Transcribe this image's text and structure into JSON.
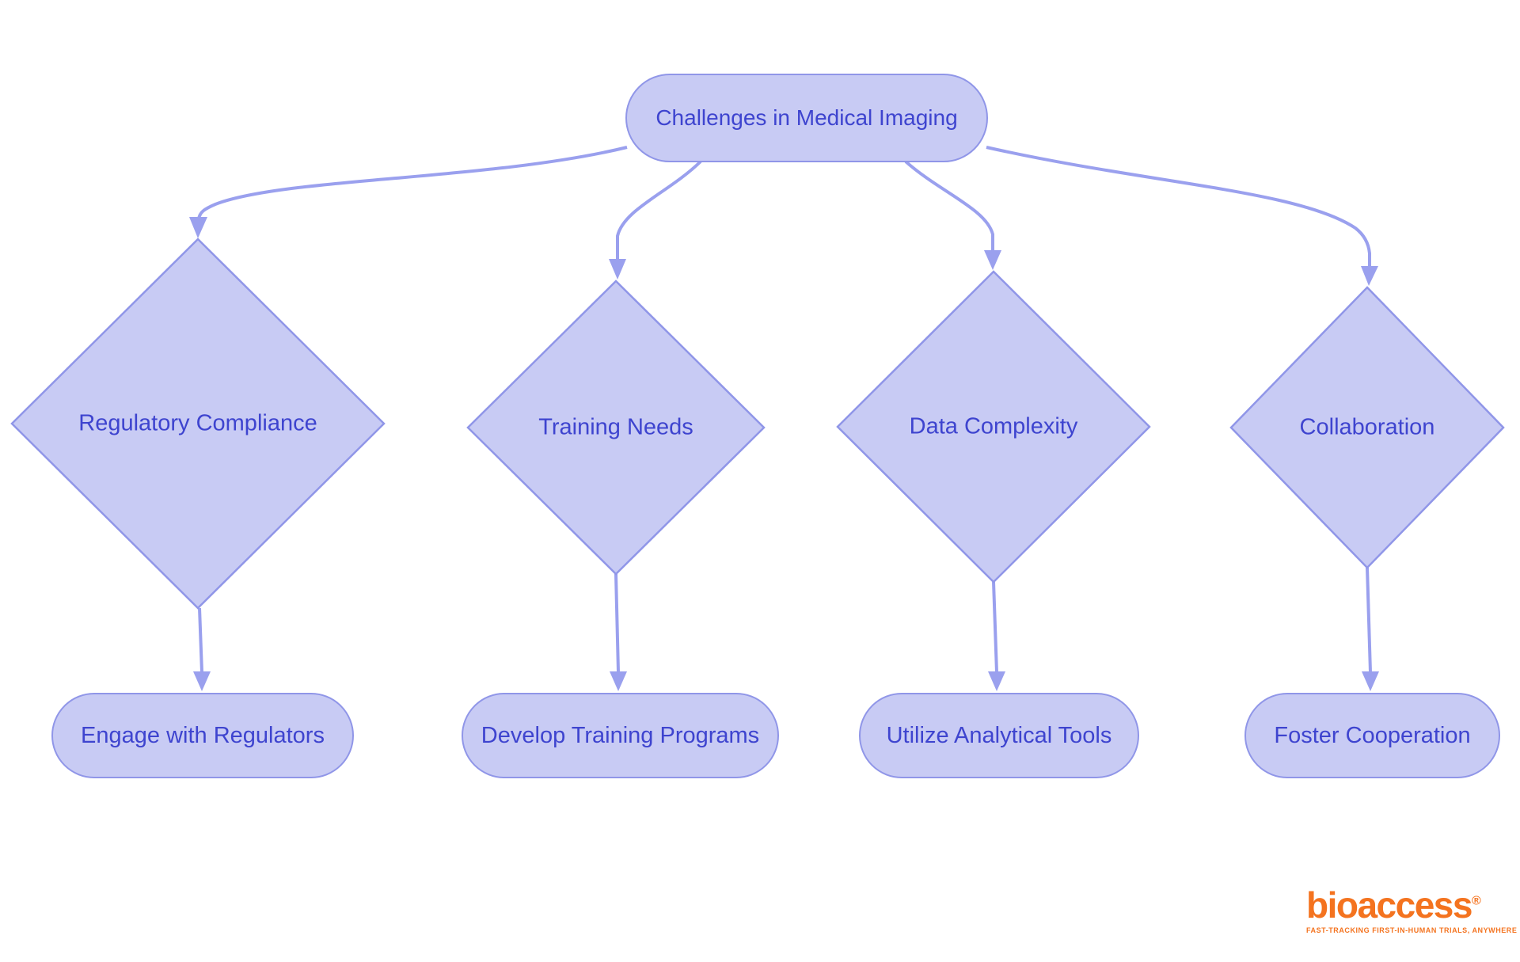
{
  "diagram": {
    "root": {
      "label": "Challenges in Medical Imaging"
    },
    "branches": [
      {
        "decision": "Regulatory Compliance",
        "action": "Engage with Regulators"
      },
      {
        "decision": "Training Needs",
        "action": "Develop Training Programs"
      },
      {
        "decision": "Data Complexity",
        "action": "Utilize Analytical Tools"
      },
      {
        "decision": "Collaboration",
        "action": "Foster Cooperation"
      }
    ],
    "colors": {
      "node_fill": "#c8cbf4",
      "node_border": "#9096e8",
      "edge": "#9aa0ee",
      "text": "#3e44cf",
      "background": "#ffffff",
      "logo_orange": "#f4731f"
    }
  },
  "logo": {
    "wordmark": "bioaccess",
    "registered": "®",
    "tagline": "FAST-TRACKING FIRST-IN-HUMAN TRIALS, ANYWHERE"
  }
}
